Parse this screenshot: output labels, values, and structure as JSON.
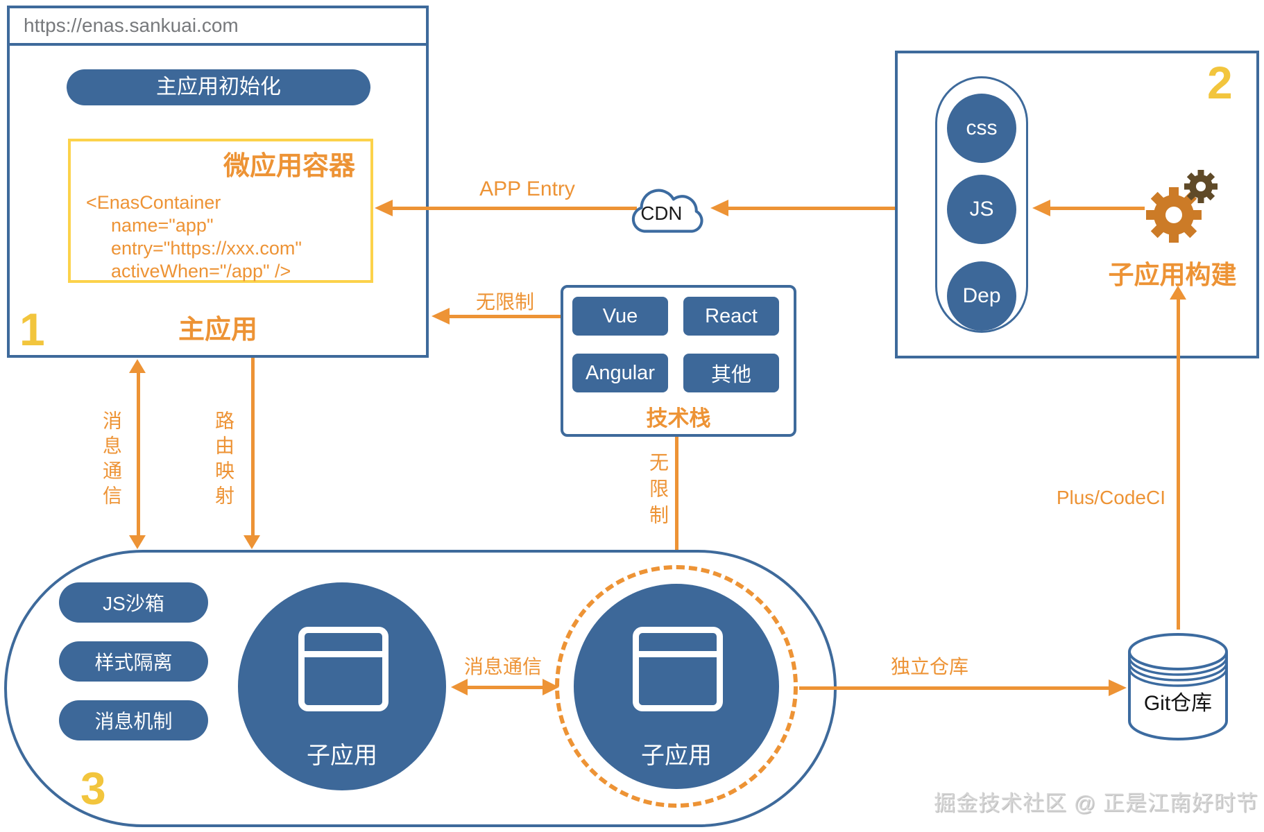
{
  "colors": {
    "blue_fill": "#3d6899",
    "blue_stroke": "#3e6a9b",
    "orange": "#ed9335",
    "yellow_number": "#f2c53d",
    "yellow_border": "#fcd24b",
    "url_text": "#77797c",
    "watermark_gray": "#d3d3d3",
    "gear_orange": "#cc7b27",
    "gear_dark": "#5f4a28"
  },
  "browser_window": {
    "url": "https://enas.sankuai.com",
    "init_button": "主应用初始化",
    "container_box": {
      "title": "微应用容器",
      "code_line_1": "<EnasContainer",
      "code_line_2": "name=\"app\"",
      "code_line_3": "entry=\"https://xxx.com\"",
      "code_line_4": "activeWhen=\"/app\" />"
    },
    "label": "主应用",
    "step_number": "1"
  },
  "cdn": {
    "label": "CDN"
  },
  "build_box": {
    "step_number": "2",
    "bundle_items": [
      "css",
      "JS",
      "Dep"
    ],
    "label": "子应用构建"
  },
  "tech_stack": {
    "buttons": [
      "Vue",
      "React",
      "Angular",
      "其他"
    ],
    "label": "技术栈"
  },
  "runtime_container": {
    "step_number": "3",
    "capabilities": [
      "JS沙箱",
      "样式隔离",
      "消息机制"
    ],
    "sub_app_1_label": "子应用",
    "sub_app_2_label": "子应用"
  },
  "git_repo": {
    "label": "Git仓库"
  },
  "connectors": {
    "app_entry": "APP Entry",
    "message_channel_vertical": "消息通信",
    "route_mapping": "路由映射",
    "unrestricted_left": "无限制",
    "unrestricted_down": "无限制",
    "message_channel_horizontal": "消息通信",
    "independent_repo": "独立仓库",
    "plus_codeci": "Plus/CodeCI"
  },
  "watermark": "掘金技术社区 @ 正是江南好时节"
}
